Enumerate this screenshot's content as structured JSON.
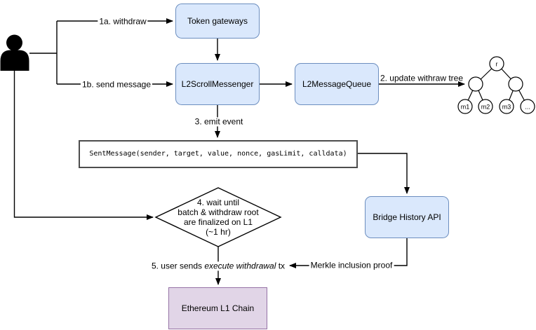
{
  "diagram": {
    "nodes": {
      "token_gateways": {
        "label": "Token gateways"
      },
      "l2_scroll_messenger": {
        "label": "L2ScrollMessenger"
      },
      "l2_message_queue": {
        "label": "L2MessageQueue"
      },
      "sent_message_event": {
        "label": "SentMessage(sender, target, value, nonce, gasLimit, calldata)"
      },
      "wait_condition": {
        "lines": [
          "4. wait until",
          "batch & withdraw root",
          "are finalized on L1",
          "(~1 hr)"
        ]
      },
      "bridge_history_api": {
        "label": "Bridge History API"
      },
      "ethereum_l1_chain": {
        "label": "Ethereum L1 Chain"
      }
    },
    "withdraw_tree": {
      "root": "r",
      "leaves": [
        "m1",
        "m2",
        "m3",
        "..."
      ]
    },
    "edge_labels": {
      "step_1a": "1a. withdraw",
      "step_1b": "1b. send message",
      "step_2": "2. update withraw tree",
      "step_3": "3. emit event",
      "step_5_prefix": "5. user sends ",
      "step_5_italic": "execute withdrawal",
      "step_5_suffix": " tx",
      "merkle_proof": "Merkle inclusion proof"
    },
    "colors": {
      "node_fill_blue": "#dae8fc",
      "node_border_blue": "#6c8ebf",
      "node_fill_purple": "#e1d5e7",
      "node_border_purple": "#9673a6",
      "event_box_border": "#4d4d4d",
      "connector": "#000000"
    }
  }
}
